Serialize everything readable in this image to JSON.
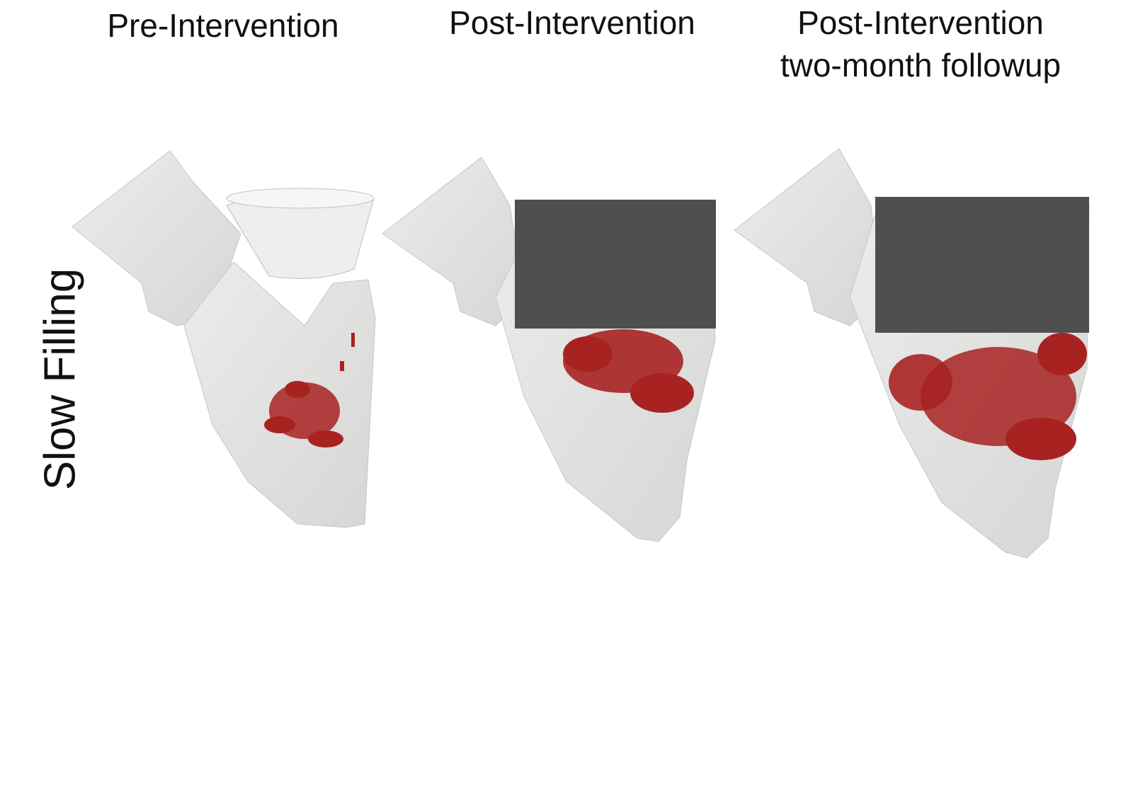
{
  "columns": [
    {
      "title": "Pre-Intervention"
    },
    {
      "title": "Post-Intervention"
    },
    {
      "title_line1": "Post-Intervention",
      "title_line2": "two-month followup"
    }
  ],
  "row_label": "Slow Filling",
  "colors": {
    "tissue": "#e4e4e3",
    "tissue_edge": "#c9c9c8",
    "vortex": "#b02424",
    "redaction": "#4f4f4f"
  }
}
